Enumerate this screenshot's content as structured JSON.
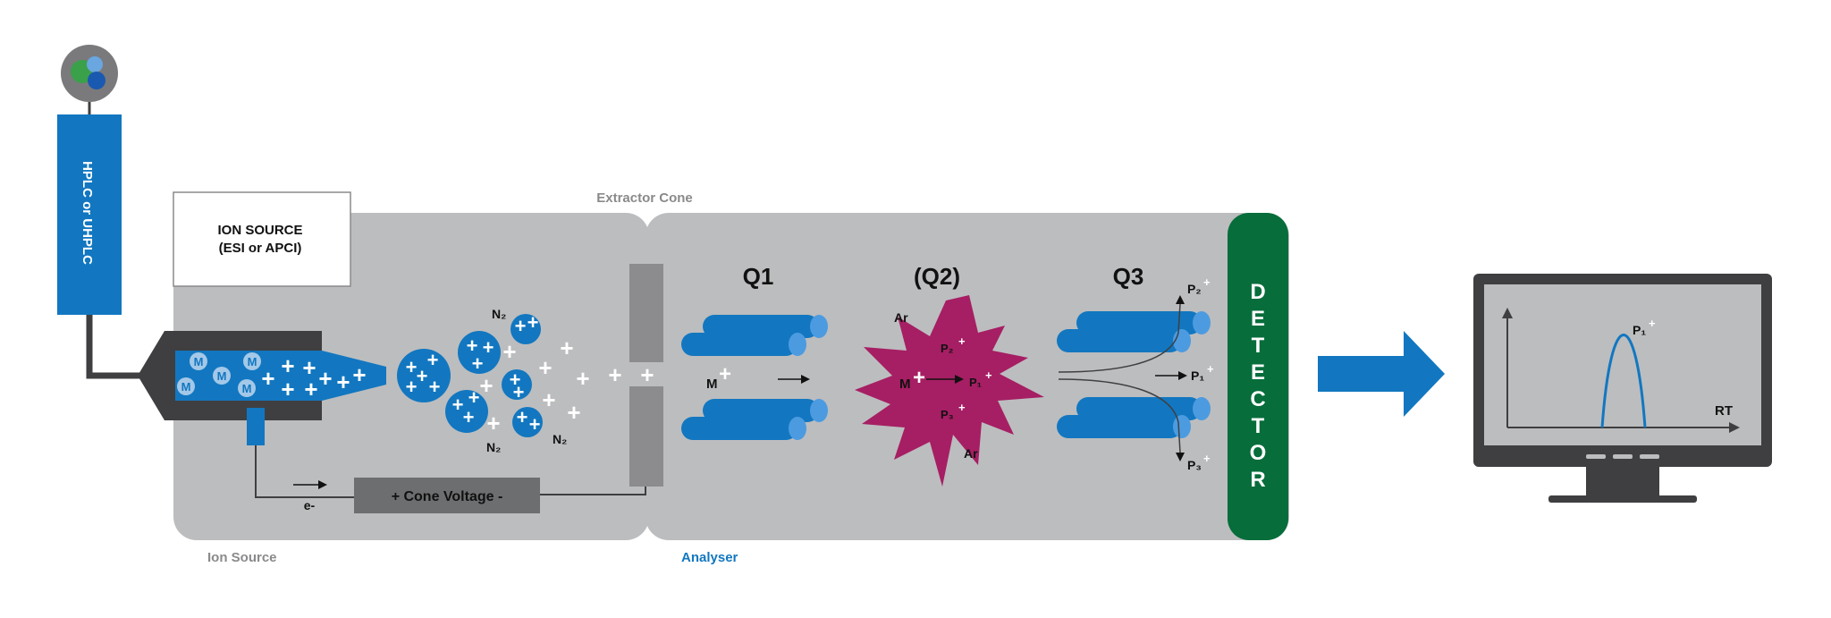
{
  "hplc": {
    "label": "HPLC or UHPLC"
  },
  "ion_source_box": {
    "line1": "ION SOURCE",
    "line2": "(ESI or APCI)"
  },
  "extractor_cone": {
    "label": "Extractor Cone"
  },
  "sections": {
    "ion_source": "Ion Source",
    "analyser": "Analyser"
  },
  "quads": {
    "q1": "Q1",
    "q2": "(Q2)",
    "q3": "Q3"
  },
  "cone_voltage": {
    "label": "+ Cone Voltage -"
  },
  "electron": {
    "label": "e-"
  },
  "molecule": {
    "label": "M"
  },
  "plus": {
    "symbol": "+"
  },
  "nitrogen": {
    "label": "N₂"
  },
  "argon": {
    "label": "Ar"
  },
  "products": {
    "p1": "P₁",
    "p2": "P₂",
    "p3": "P₃"
  },
  "detector": {
    "letters": [
      "D",
      "E",
      "T",
      "E",
      "C",
      "T",
      "O",
      "R"
    ]
  },
  "monitor": {
    "peak_label": "P₁",
    "x_axis_label": "RT"
  },
  "colors": {
    "blue": "#1277c0",
    "gray_panel": "#bcbdbf",
    "dark": "#3f3f41",
    "detector_green": "#066d3b",
    "burst": "#a61e63",
    "cone_gray": "#8c8c8e",
    "text_gray": "#8a8a8c"
  }
}
